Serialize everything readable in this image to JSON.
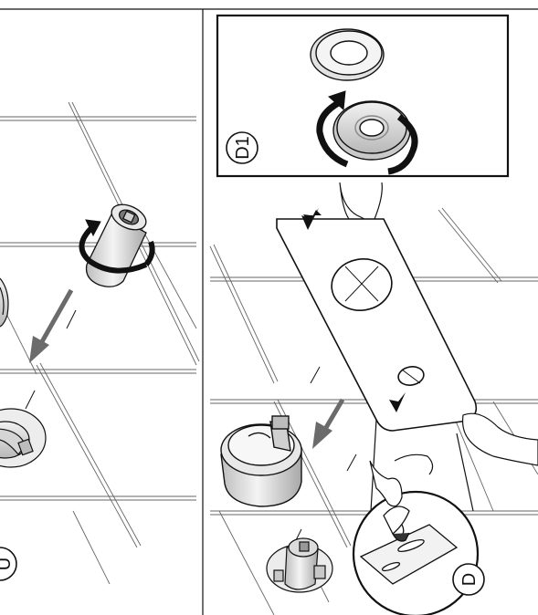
{
  "steps": {
    "left": {
      "label": "U"
    },
    "right_main": {
      "label": "D"
    },
    "right_inset": {
      "label": "D1"
    }
  },
  "icons": {
    "rotate_cartridge": "rotate-clockwise-arrow-icon",
    "insert_cartridge": "insert-arrow-icon",
    "rotate_washer": "rotate-clockwise-arrow-icon",
    "place_plate_left": "down-arrow-icon",
    "place_plate_right": "down-arrow-icon",
    "insert_valve_body": "insert-arrow-icon",
    "detail_zoom": "magnifier-callout-icon"
  },
  "colors": {
    "line": "#111111",
    "grout": "#555555",
    "arrow": "#6b6b6b",
    "metal": "#dcdcdc",
    "metal_dark": "#9a9a9a"
  }
}
